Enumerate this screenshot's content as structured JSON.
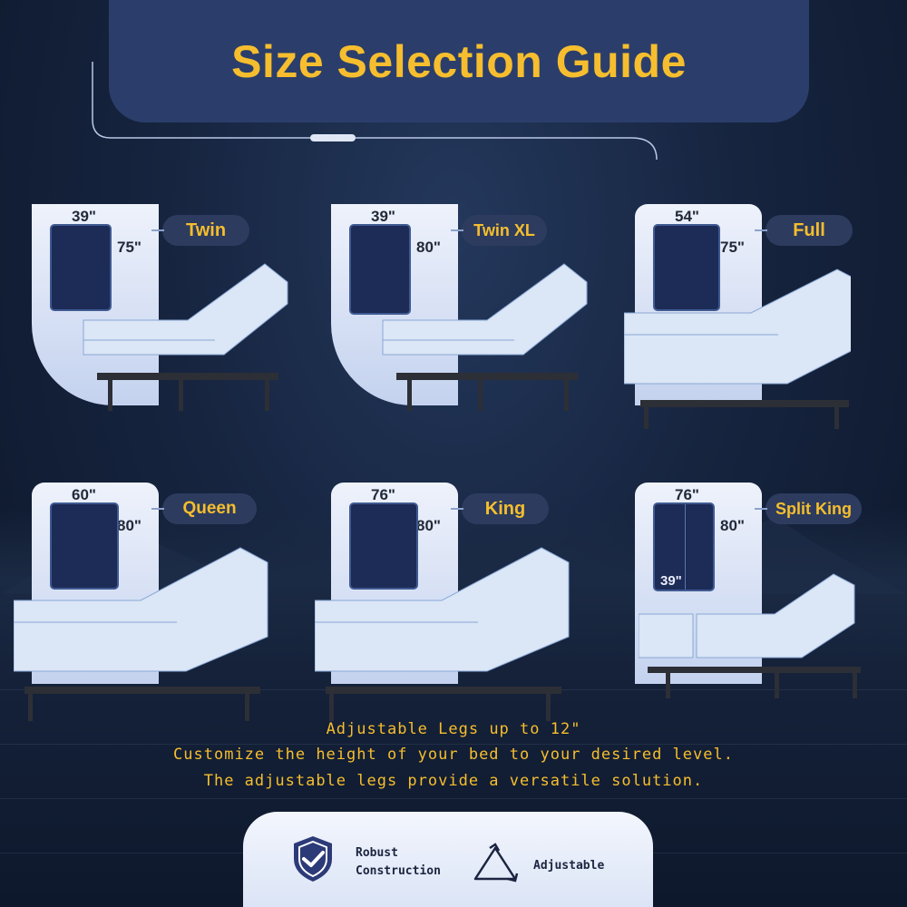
{
  "title": "Size Selection Guide",
  "colors": {
    "accent": "#f6be2e",
    "banner": "#2b3e6b",
    "mattress": "#1d2b57",
    "tag": "#2d3c5e"
  },
  "sizes": [
    {
      "name": "Twin",
      "width": "39\"",
      "length": "75\""
    },
    {
      "name": "Twin XL",
      "width": "39\"",
      "length": "80\""
    },
    {
      "name": "Full",
      "width": "54\"",
      "length": "75\""
    },
    {
      "name": "Queen",
      "width": "60\"",
      "length": "80\""
    },
    {
      "name": "King",
      "width": "76\"",
      "length": "80\""
    },
    {
      "name": "Split King",
      "width": "76\"",
      "length": "80\"",
      "half_width": "39\""
    }
  ],
  "info": {
    "line1": "Adjustable Legs up to 12\"",
    "line2": "Customize the height of your bed to your desired level.",
    "line3": "The adjustable legs provide a versatile solution."
  },
  "features": [
    {
      "icon": "shield-check-icon",
      "label_line1": "Robust",
      "label_line2": "Construction"
    },
    {
      "icon": "adjust-triangle-icon",
      "label": "Adjustable"
    }
  ]
}
